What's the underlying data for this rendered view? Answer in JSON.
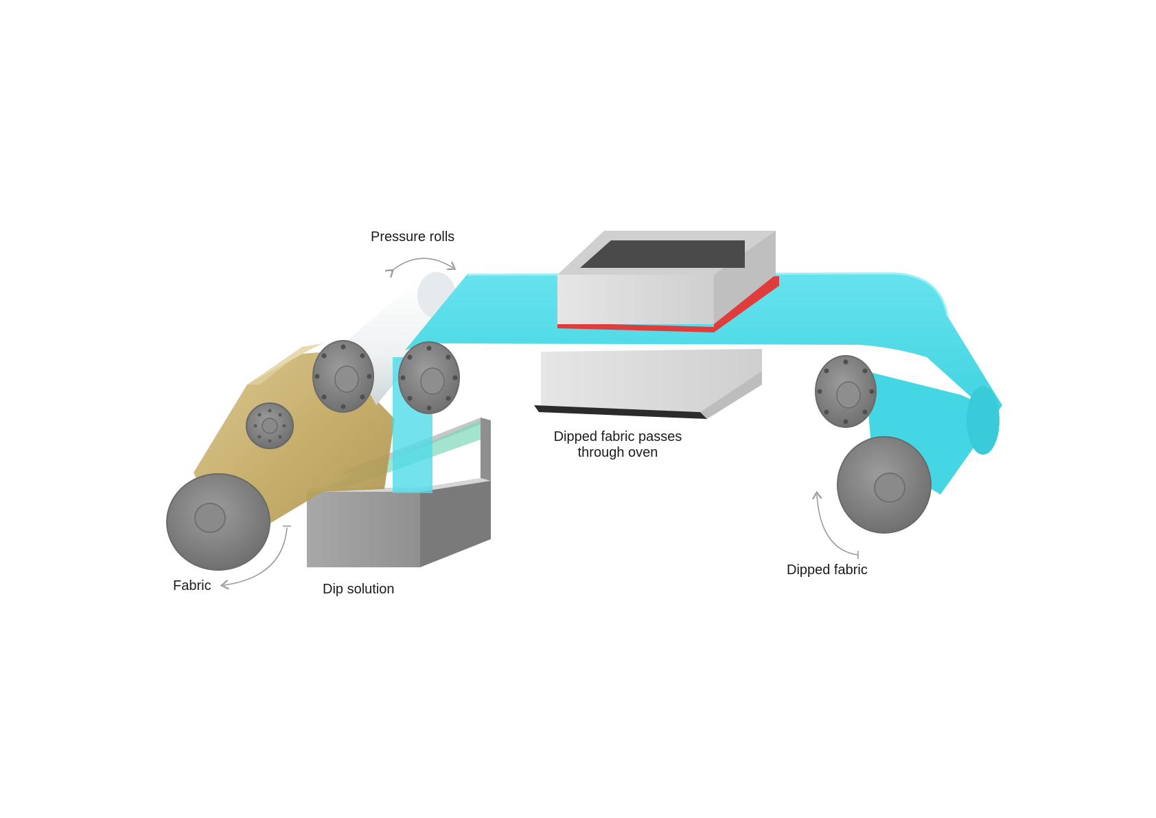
{
  "labels": {
    "pressure_rolls": "Pressure rolls",
    "oven_line1": "Dipped fabric passes",
    "oven_line2": "through oven",
    "fabric": "Fabric",
    "dip_solution": "Dip solution",
    "dipped_fabric": "Dipped fabric"
  },
  "colors": {
    "background": "#ffffff",
    "fabric_raw": "#c9b274",
    "fabric_dipped": "#4fdbe8",
    "roller": "#8a8a8a",
    "oven_body": "#d9d9d9",
    "oven_plate": "#4a4a4a",
    "oven_heat": "#e03c3c",
    "arrow": "#9a9a9a"
  }
}
